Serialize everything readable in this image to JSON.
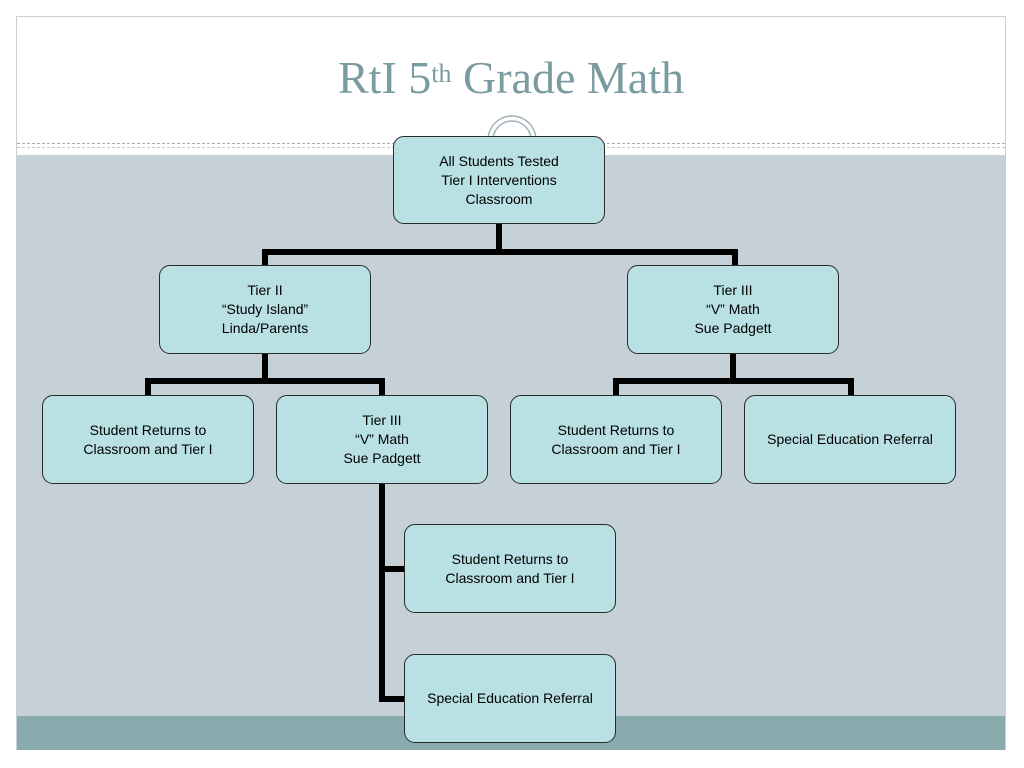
{
  "slide": {
    "title_main": "RtI 5",
    "title_superscript": "th",
    "title_end": " Grade Math"
  },
  "nodes": {
    "root": "All Students Tested\nTier I Interventions\nClassroom",
    "tier2": "Tier II\n“Study Island”\nLinda/Parents",
    "tier3_right": "Tier III\n“V” Math\nSue Padgett",
    "tier2_return": "Student Returns to\nClassroom and Tier I",
    "tier2_tier3": "Tier III\n“V” Math\nSue Padgett",
    "tier3_return": "Student Returns to\nClassroom and Tier I",
    "tier3_referral": "Special Education Referral",
    "tier2_tier3_return": "Student Returns to\nClassroom and Tier I",
    "tier2_tier3_referral": "Special Education Referral"
  },
  "colors": {
    "title": "#7a9ba0",
    "node_fill": "#b9e0e3",
    "body_background": "#c5d1d7",
    "footer": "#8aabad"
  }
}
